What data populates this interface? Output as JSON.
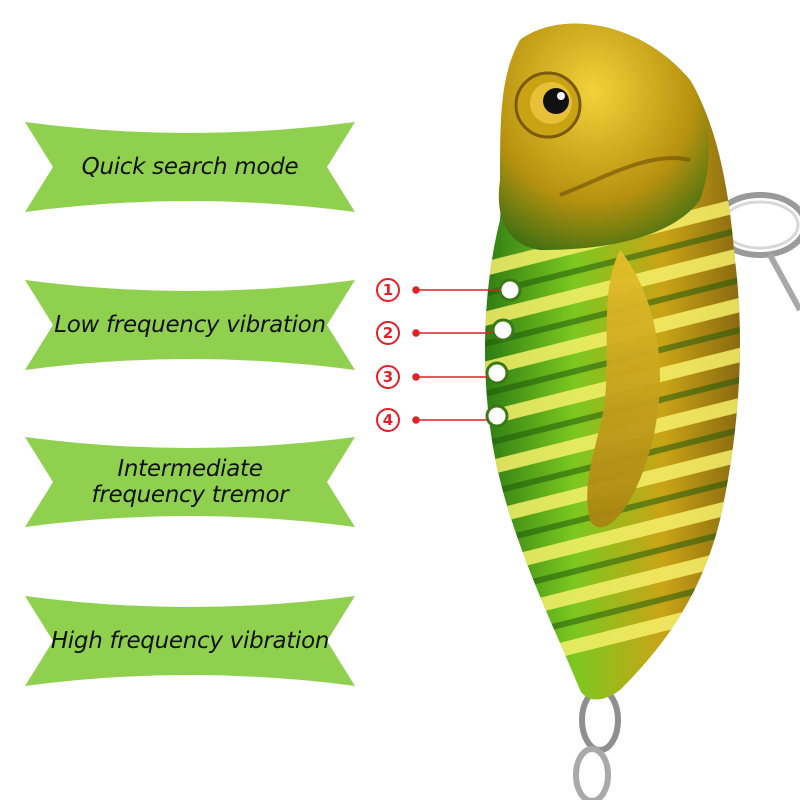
{
  "banners": [
    {
      "text": "Quick search mode"
    },
    {
      "text": "Low frequency vibration"
    },
    {
      "text": "Intermediate\nfrequency tremor"
    },
    {
      "text": "High frequency vibration"
    }
  ],
  "markers": [
    "1",
    "2",
    "3",
    "4"
  ],
  "colors": {
    "ribbon": "#8fd14f",
    "marker": "#e41f26",
    "lure_green": "#3f9a1c",
    "lure_gold": "#d9b21a"
  }
}
